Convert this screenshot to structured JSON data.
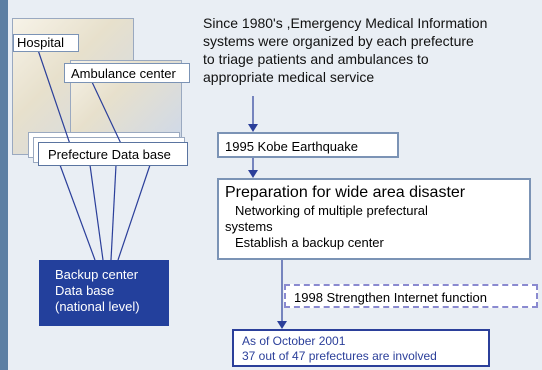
{
  "left": {
    "hospital": "Hospital",
    "ambulance_center": "Ambulance center",
    "prefecture_db": "Prefecture Data base",
    "backup_center": [
      "Backup center",
      "Data base",
      "(national level)"
    ]
  },
  "intro": [
    "Since 1980's ,Emergency Medical Information",
    "systems were organized by each prefecture",
    "to triage patients and ambulances to",
    "appropriate medical service"
  ],
  "kobe": "1995  Kobe Earthquake",
  "prep": {
    "title": "Preparation for wide area disaster",
    "lines": [
      "Networking of multiple prefectural",
      "systems",
      "Establish a backup center"
    ]
  },
  "internet": "1998   Strengthen Internet function",
  "status": [
    "As of October  2001",
    "37 out of 47 prefectures are involved"
  ],
  "colors": {
    "accent_blue": "#2b3f9a",
    "dark_blue": "#23409c",
    "border": "#7b93b5"
  }
}
